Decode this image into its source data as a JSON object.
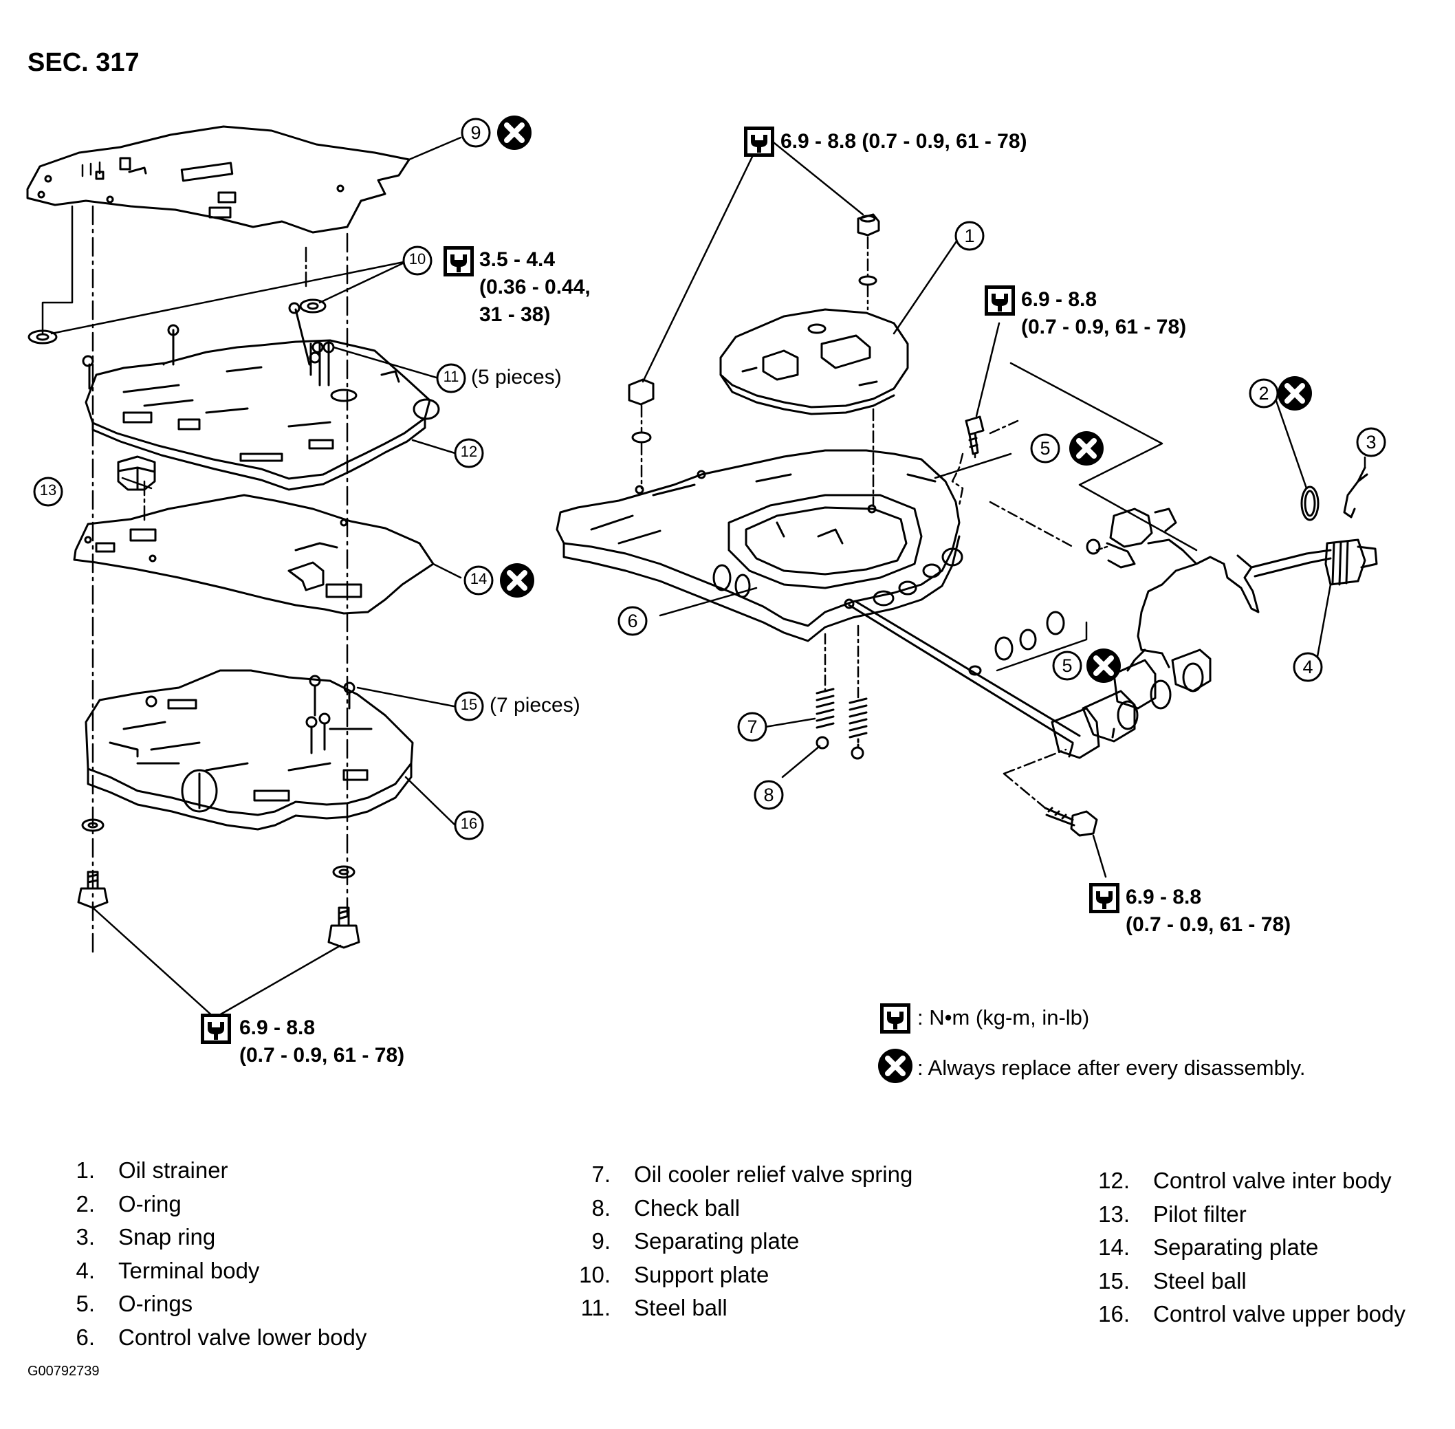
{
  "header": {
    "title": "SEC. 317"
  },
  "callouts": {
    "c1": "1",
    "c2": "2",
    "c3": "3",
    "c4": "4",
    "c5a": "5",
    "c5b": "5",
    "c6": "6",
    "c7": "7",
    "c8": "8",
    "c9": "9",
    "c10": "10",
    "c11": "11",
    "c12": "12",
    "c13": "13",
    "c14": "14",
    "c15": "15",
    "c16": "16"
  },
  "notes": {
    "pieces_11": "(5 pieces)",
    "pieces_15": "(7 pieces)"
  },
  "torque": {
    "support_plate": [
      "3.5 - 4.4",
      "(0.36 - 0.44,",
      "31 - 38)"
    ],
    "top_nut": [
      "6.9 - 8.8 (0.7 - 0.9, 61 - 78)"
    ],
    "right_bolt": [
      "6.9 - 8.8",
      "(0.7 - 0.9, 61 - 78)"
    ],
    "solenoid_bolt": [
      "6.9 - 8.8",
      "(0.7 - 0.9, 61 - 78)"
    ],
    "lower_bolts": [
      "6.9 - 8.8",
      "(0.7 - 0.9, 61 - 78)"
    ]
  },
  "legend": {
    "torque_unit": ": N•m (kg-m, in-lb)",
    "replace": ": Always replace after every disassembly."
  },
  "parts": [
    {
      "num": "1.",
      "name": "Oil strainer"
    },
    {
      "num": "2.",
      "name": "O-ring"
    },
    {
      "num": "3.",
      "name": "Snap ring"
    },
    {
      "num": "4.",
      "name": "Terminal body"
    },
    {
      "num": "5.",
      "name": "O-rings"
    },
    {
      "num": "6.",
      "name": "Control valve lower body"
    },
    {
      "num": "7.",
      "name": "Oil cooler relief valve spring"
    },
    {
      "num": "8.",
      "name": "Check ball"
    },
    {
      "num": "9.",
      "name": "Separating plate"
    },
    {
      "num": "10.",
      "name": "Support plate"
    },
    {
      "num": "11.",
      "name": "Steel ball"
    },
    {
      "num": "12.",
      "name": "Control valve inter body"
    },
    {
      "num": "13.",
      "name": "Pilot filter"
    },
    {
      "num": "14.",
      "name": "Separating plate"
    },
    {
      "num": "15.",
      "name": "Steel ball"
    },
    {
      "num": "16.",
      "name": "Control valve upper body"
    }
  ],
  "footer": {
    "code": "G00792739"
  }
}
